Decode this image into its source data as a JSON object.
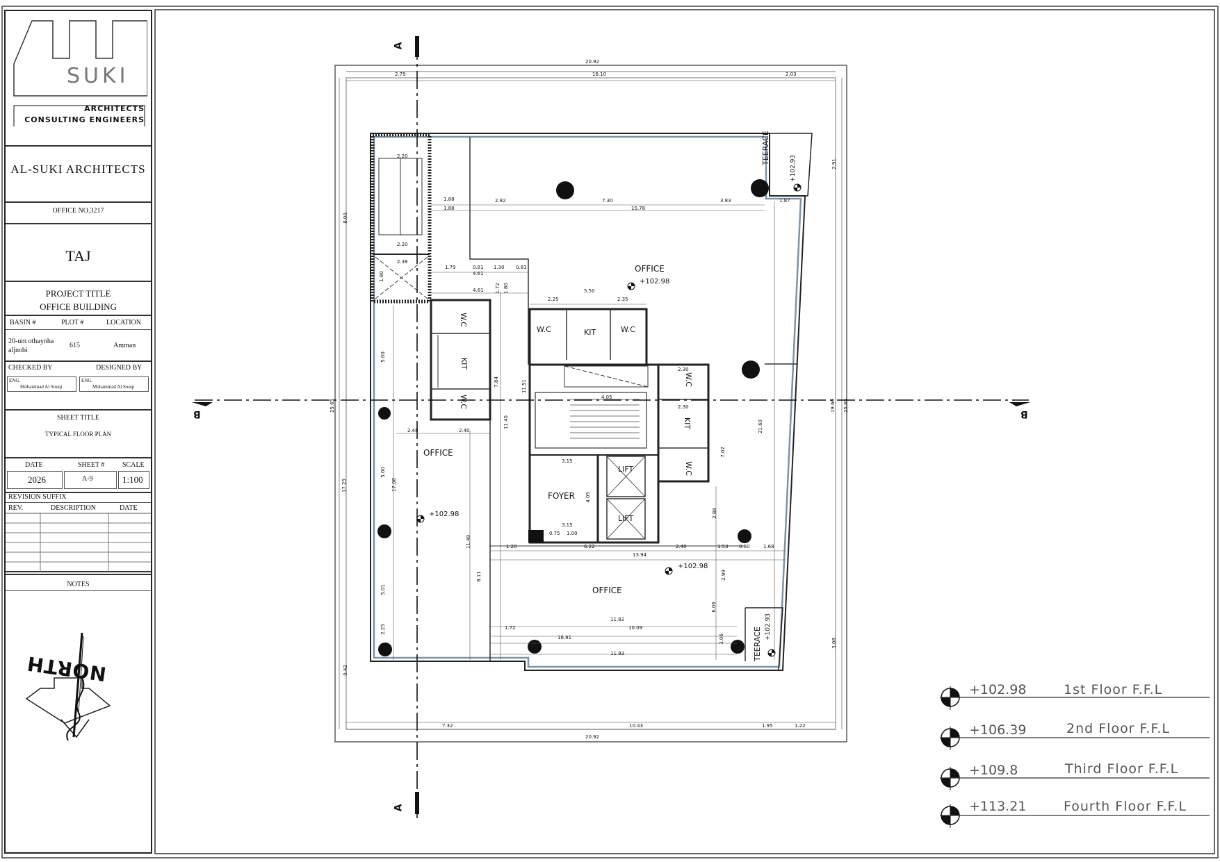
{
  "logo": {
    "name": "SUKI",
    "line1": "ARCHITECTS",
    "line2": "CONSULTING ENGINEERS"
  },
  "firm_name": "AL-SUKI  ARCHITECTS",
  "office_no": "OFFICE NO.3217",
  "project_name": "TAJ",
  "project_title_label": "PROJECT TITLE",
  "project_title_value": "OFFICE BUILDING",
  "location_headers": {
    "basin": "BASIN #",
    "plot": "PLOT #",
    "location": "LOCATION"
  },
  "location_values": {
    "basin": "20-um othaynha aljnobi",
    "plot": "615",
    "location": "Amman"
  },
  "checked_by_label": "CHECKED BY",
  "designed_by_label": "DESIGNED BY",
  "checked_by": {
    "prefix": "ENG.",
    "name": "Mohammad Al Souqi"
  },
  "designed_by": {
    "prefix": "ENG.",
    "name": "Mohammad Al Souqi"
  },
  "sheet_title_label": "SHEET TITLE",
  "sheet_title_value": "TYPICAL FLOOR PLAN",
  "meta_headers": {
    "date": "DATE",
    "sheet": "SHEET #",
    "scale": "SCALE"
  },
  "meta_values": {
    "date": "2026",
    "sheet": "A-9",
    "scale": "1:100"
  },
  "revision_suffix_label": "REVISION SUFFIX",
  "revision_headers": {
    "rev": "REV.",
    "description": "DESCRIPTION",
    "date": "DATE"
  },
  "notes_label": "NOTES",
  "north_label": "NORTH",
  "plan": {
    "rooms": {
      "office_top": "OFFICE",
      "office_left": "OFFICE",
      "office_bottom": "OFFICE",
      "foyer": "FOYER",
      "lift1": "LIFT",
      "lift2": "LIFT",
      "wc_left_top": "W.C",
      "wc_left_bottom": "W.C",
      "kit_left": "KIT",
      "wc_mid_left": "W.C",
      "wc_mid_right": "W.C",
      "kit_mid": "KIT",
      "wc_right_top": "W.C",
      "wc_right_bottom": "W.C",
      "kit_right": "KIT",
      "terrace_top": "TEERACE",
      "terrace_bottom": "TEERACE"
    },
    "levels": {
      "office_top": "+102.98",
      "office_left": "+102.98",
      "office_bottom": "+102.98",
      "terrace_top": "+102.93",
      "terrace_bottom": "+102.93"
    },
    "section_marks": {
      "a": "A",
      "b": "B"
    },
    "dimensions": {
      "overall_top": "20.92",
      "top_a": "2.79",
      "top_b": "16.10",
      "top_c": "2.03",
      "overall_bottom": "20.92",
      "bottom_a": "7.32",
      "bottom_b": "10.43",
      "bottom_c": "1.95",
      "bottom_d": "1.22",
      "left_overall": "25.65",
      "left_a": "8.00",
      "left_b": "17.25",
      "left_c": "0.42",
      "right_overall": "25.65",
      "right_a": "2.91",
      "right_b": "19.66",
      "right_c": "3.08",
      "d1": "1.88",
      "d2": "2.82",
      "d3": "7.30",
      "d4": "3.83",
      "d5": "1.87",
      "d6": "1.88",
      "d7": "15.78",
      "d8": "5.50",
      "d9": "2.25",
      "d10": "2.35",
      "d11": "4.61",
      "d12": "4.61",
      "d13": "1.79",
      "d14": "0.81",
      "d15": "1.30",
      "d16": "0.81",
      "d17": "2.48",
      "d18": "2.40",
      "d19": "21.60",
      "d20": "13.94",
      "d21": "6.22",
      "d22": "2.40",
      "d23": "1.53",
      "d24": "0.60",
      "d25": "1.68",
      "d26": "11.82",
      "d27": "10.09",
      "d28": "16.81",
      "d29": "11.93",
      "d30": "1.72",
      "d31": "1.20",
      "d32": "0.75",
      "d33": "1.00",
      "d34": "3.15",
      "d35": "3.15",
      "d36": "4.05",
      "d37": "4.05",
      "d38": "2.30",
      "d39": "2.30",
      "d40": "2.20",
      "d41": "2.20",
      "d42": "2.38",
      "d43": "5.00",
      "d44": "5.00",
      "d45": "5.01",
      "d46": "2.25",
      "d47": "17.08",
      "d48": "11.49",
      "d49": "8.11",
      "d50": "11.40",
      "d51": "11.51",
      "d52": "7.84",
      "d53": "2.99",
      "d54": "6.06",
      "d55": "3.06",
      "d56": "2.88",
      "d57": "7.02",
      "d58": "1.80",
      "d59": "1.72",
      "d60": "1.80"
    }
  },
  "floor_levels": [
    {
      "value": "+102.98",
      "label": "1st   Floor  F.F.L"
    },
    {
      "value": "+106.39",
      "label": "2nd  Floor  F.F.L"
    },
    {
      "value": "+109.8",
      "label": "Third  Floor  F.F.L"
    },
    {
      "value": "+113.21",
      "label": "Fourth  Floor  F.F.L"
    }
  ]
}
